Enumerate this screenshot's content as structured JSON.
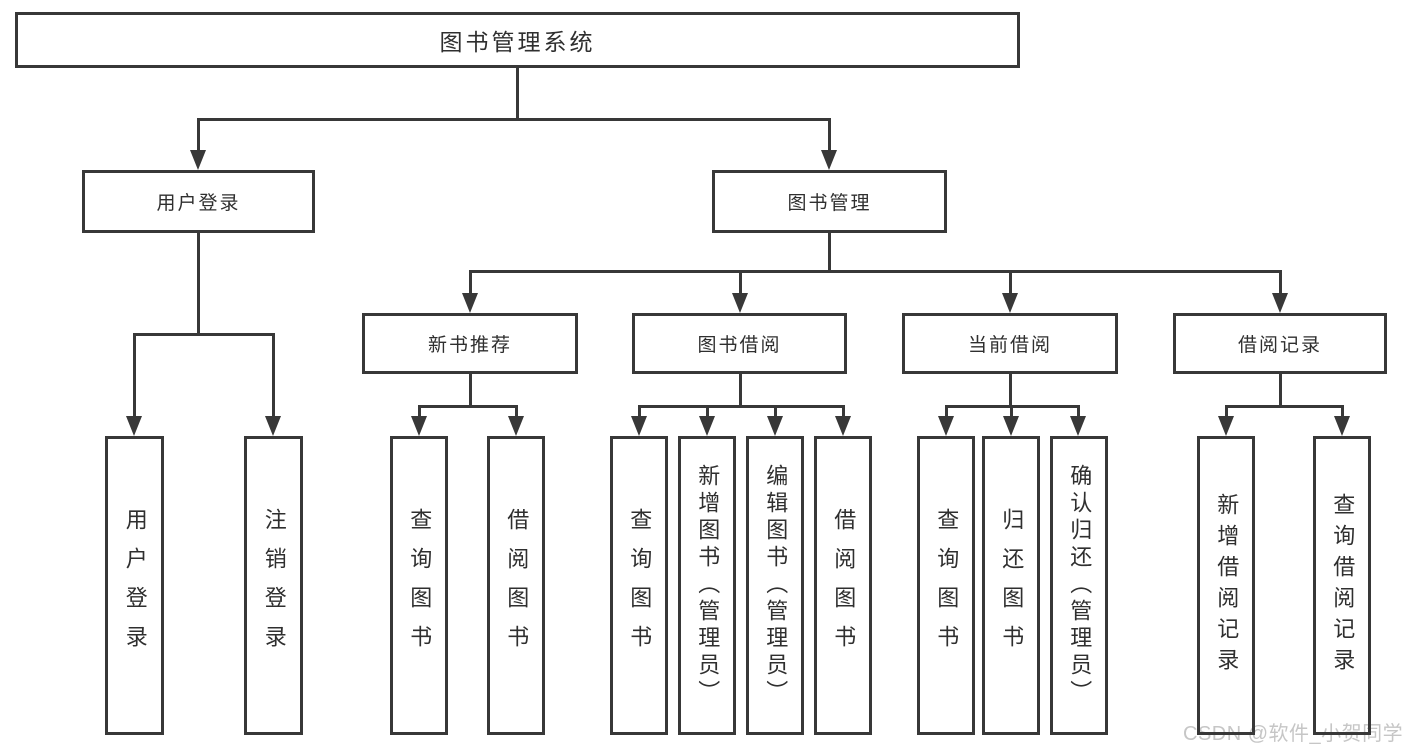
{
  "nodes": {
    "root": "图书管理系统",
    "level2": [
      "用户登录",
      "图书管理"
    ],
    "level3": [
      "新书推荐",
      "图书借阅",
      "当前借阅",
      "借阅记录"
    ],
    "leaves": [
      "用户登录",
      "注销登录",
      "查询图书",
      "借阅图书",
      "查询图书",
      "新增图书（管理员）",
      "编辑图书（管理员）",
      "借阅图书",
      "查询图书",
      "归还图书",
      "确认归还（管理员）",
      "新增借阅记录",
      "查询借阅记录"
    ]
  },
  "edges": [
    {
      "from": "图书管理系统",
      "to": [
        "用户登录",
        "图书管理"
      ]
    },
    {
      "from": "用户登录",
      "to": [
        "用户登录",
        "注销登录"
      ]
    },
    {
      "from": "图书管理",
      "to": [
        "新书推荐",
        "图书借阅",
        "当前借阅",
        "借阅记录"
      ]
    },
    {
      "from": "新书推荐",
      "to": [
        "查询图书",
        "借阅图书"
      ]
    },
    {
      "from": "图书借阅",
      "to": [
        "查询图书",
        "新增图书（管理员）",
        "编辑图书（管理员）",
        "借阅图书"
      ]
    },
    {
      "from": "当前借阅",
      "to": [
        "查询图书",
        "归还图书",
        "确认归还（管理员）"
      ]
    },
    {
      "from": "借阅记录",
      "to": [
        "新增借阅记录",
        "查询借阅记录"
      ]
    }
  ],
  "watermark": "CSDN @软件_小贺同学",
  "colors": {
    "line": "#383838",
    "text": "#2f2f2f",
    "watermark": "#c6c6c6",
    "background": "#ffffff"
  }
}
